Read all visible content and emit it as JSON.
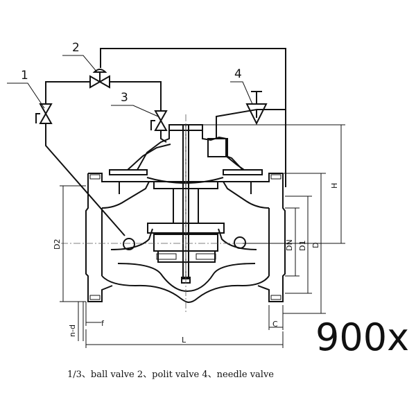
{
  "model": "900x",
  "legend": "1/3、ball valve 2、polit valve  4、needle valve",
  "callouts": {
    "c1": "1",
    "c2": "2",
    "c3": "3",
    "c4": "4"
  },
  "dimensions": {
    "H": "H",
    "DN": "DN",
    "D1": "D1",
    "D": "D",
    "D2": "D2",
    "n_d": "n-d",
    "f": "f",
    "C": "C",
    "L": "L"
  }
}
